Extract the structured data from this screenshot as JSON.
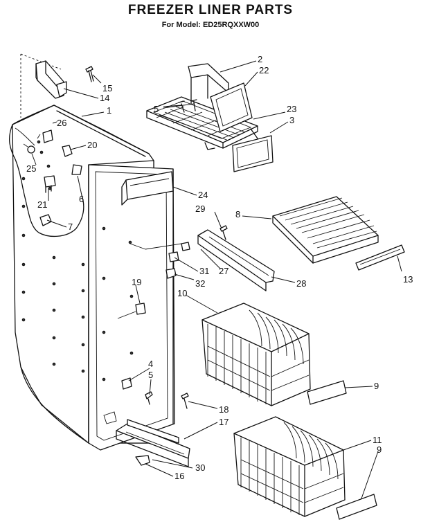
{
  "header": {
    "title": "FREEZER LINER PARTS",
    "subtitle": "For Model: ED25RQXXW00"
  },
  "callouts": {
    "c1": "1",
    "c2": "2",
    "c3": "3",
    "c4": "4",
    "c5a": "5",
    "c5b": "5",
    "c6": "6",
    "c7": "7",
    "c8": "8",
    "c9a": "9",
    "c9b": "9",
    "c10": "10",
    "c11": "11",
    "c13": "13",
    "c14": "14",
    "c15": "15",
    "c16": "16",
    "c17": "17",
    "c18": "18",
    "c19": "19",
    "c20": "20",
    "c21": "21",
    "c22": "22",
    "c23": "23",
    "c24": "24",
    "c25": "25",
    "c26": "26",
    "c27": "27",
    "c28": "28",
    "c29": "29",
    "c30": "30",
    "c31": "31",
    "c32": "32"
  }
}
